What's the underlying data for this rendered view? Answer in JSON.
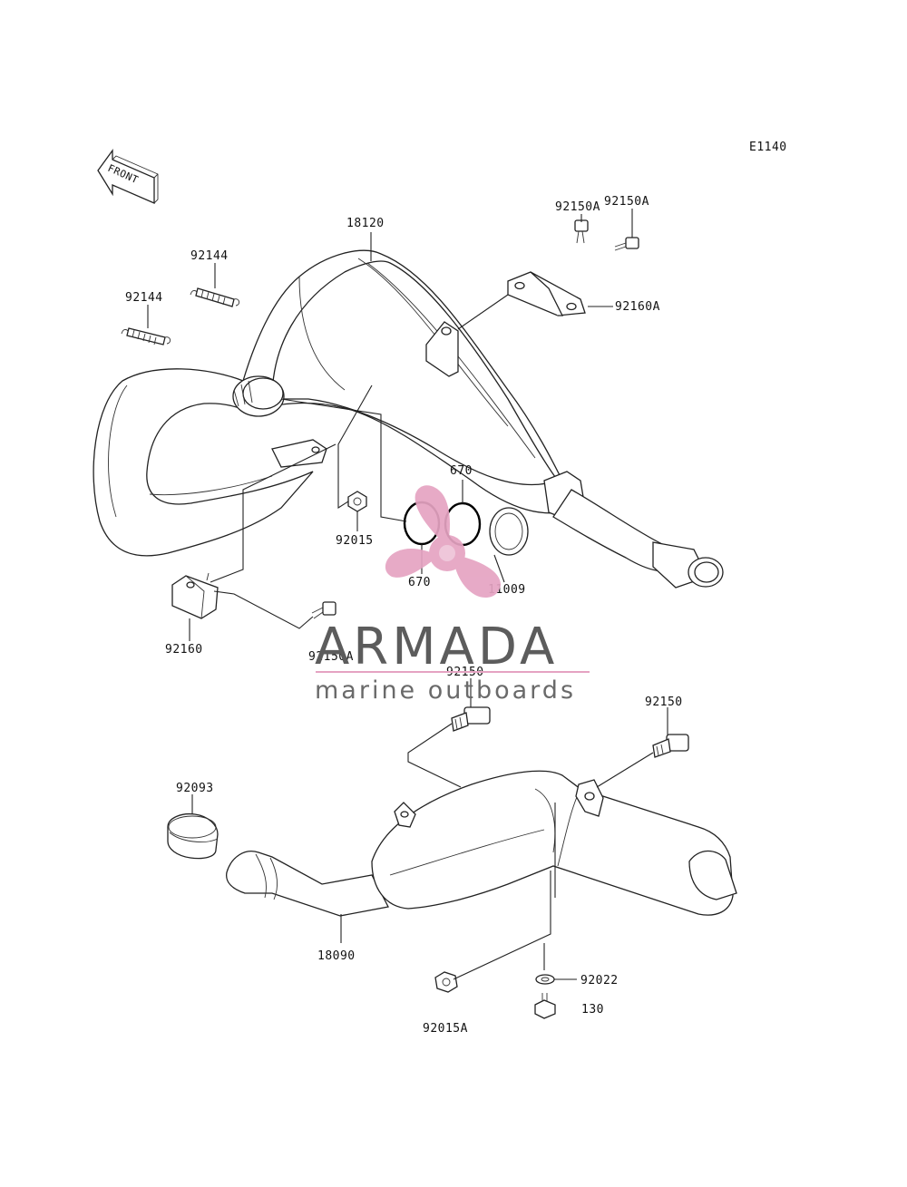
{
  "diagram_code": "E1140",
  "front_label": "FRONT",
  "watermark": {
    "brand": "ARMADA",
    "tagline": "marine outboards",
    "accent_color": "#e5a3c2",
    "text_color": "#5c5c5c"
  },
  "parts": {
    "p18120": "18120",
    "p92150A_top1": "92150A",
    "p92150A_top2": "92150A",
    "p92160A": "92160A",
    "p92144_a": "92144",
    "p92144_b": "92144",
    "p670_top": "670",
    "p670_bottom": "670",
    "p92015": "92015",
    "p11009": "11009",
    "p92160": "92160",
    "p92150A_mid": "92150A",
    "p92150_mid": "92150",
    "p92150_right": "92150",
    "p92093": "92093",
    "p18090": "18090",
    "p92022": "92022",
    "p130": "130",
    "p92015A": "92015A"
  }
}
